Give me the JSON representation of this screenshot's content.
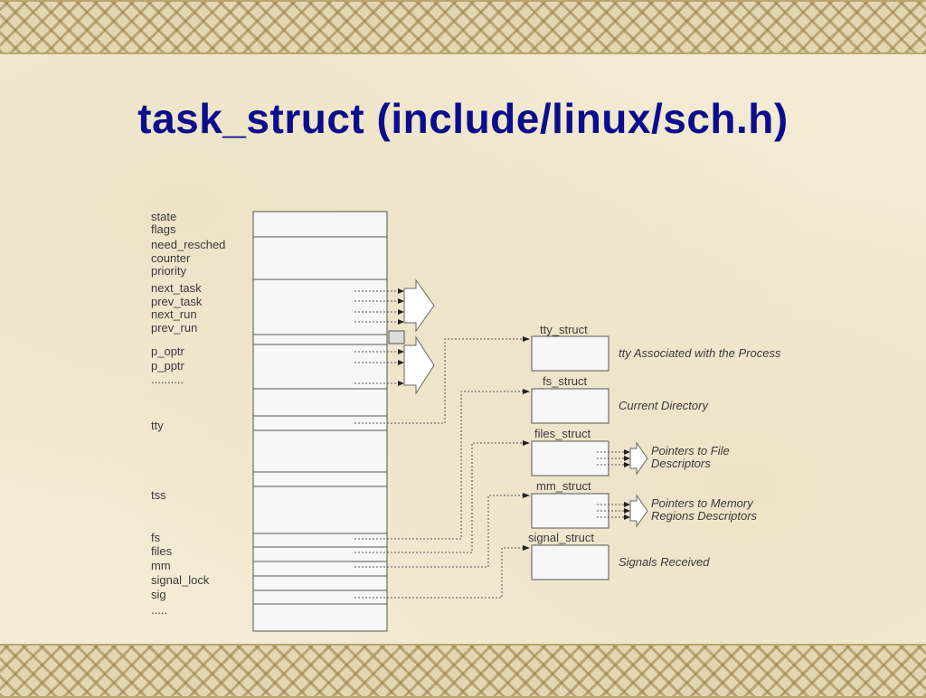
{
  "slide": {
    "title": "task_struct (include/linux/sch.h)"
  },
  "task_struct_fields": [
    "state",
    "flags",
    "need_resched",
    "counter",
    "priority",
    "next_task",
    "prev_task",
    "next_run",
    "prev_run",
    "p_optr",
    "p_pptr",
    "..........",
    "tty",
    "tss",
    "fs",
    "files",
    "mm",
    "signal_lock",
    "sig",
    "....."
  ],
  "structs": [
    {
      "name": "tty_struct",
      "description": "tty Associated with the Process"
    },
    {
      "name": "fs_struct",
      "description": "Current Directory"
    },
    {
      "name": "files_struct",
      "description": "Pointers to File Descriptors"
    },
    {
      "name": "mm_struct",
      "description": "Pointers to Memory Regions Descriptors"
    },
    {
      "name": "signal_struct",
      "description": "Signals Received"
    }
  ],
  "colors": {
    "title": "#0b0d8c",
    "box_fill": "#f7f7f7",
    "line": "#555555"
  }
}
